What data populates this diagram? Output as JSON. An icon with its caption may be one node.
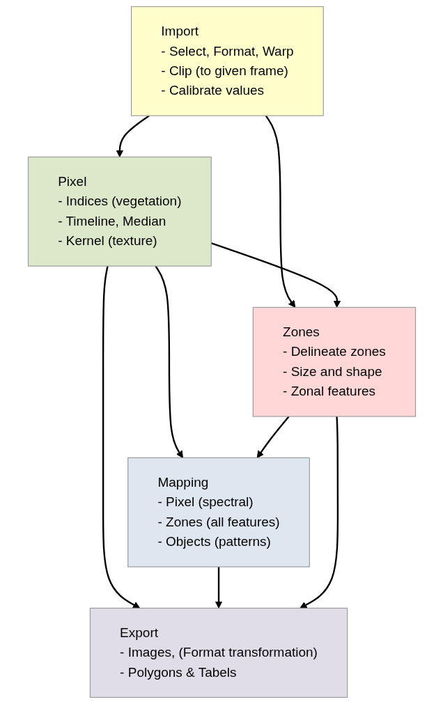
{
  "diagram": {
    "nodes": [
      {
        "text": [
          "Import",
          "- Select, Format, Warp",
          "- Clip (to given frame)",
          "- Calibrate values"
        ]
      },
      {
        "text": [
          "Pixel",
          "- Indices (vegetation)",
          "- Timeline, Median",
          "- Kernel (texture)"
        ]
      },
      {
        "text": [
          "Zones",
          "- Delineate zones",
          "- Size and shape",
          "- Zonal features"
        ]
      },
      {
        "text": [
          "Mapping",
          "- Pixel (spectral)",
          "- Zones (all features)",
          "- Objects (patterns)"
        ]
      },
      {
        "text": [
          "Export",
          "- Images, (Format transformation)",
          "- Polygons & Tabels"
        ]
      }
    ],
    "edges": [
      {
        "from": 0,
        "to": 1,
        "arrow": "to"
      },
      {
        "from": 0,
        "to": 2,
        "arrow": "to"
      },
      {
        "from": 1,
        "to": 2,
        "arrow": "to"
      },
      {
        "from": 1,
        "to": 3,
        "arrow": "to"
      },
      {
        "from": 2,
        "to": 3,
        "arrow": "to"
      },
      {
        "from": 1,
        "to": 4,
        "arrow": "to"
      },
      {
        "from": 3,
        "to": 4,
        "arrow": "to"
      },
      {
        "from": 2,
        "to": 4,
        "arrow": "to"
      }
    ]
  }
}
